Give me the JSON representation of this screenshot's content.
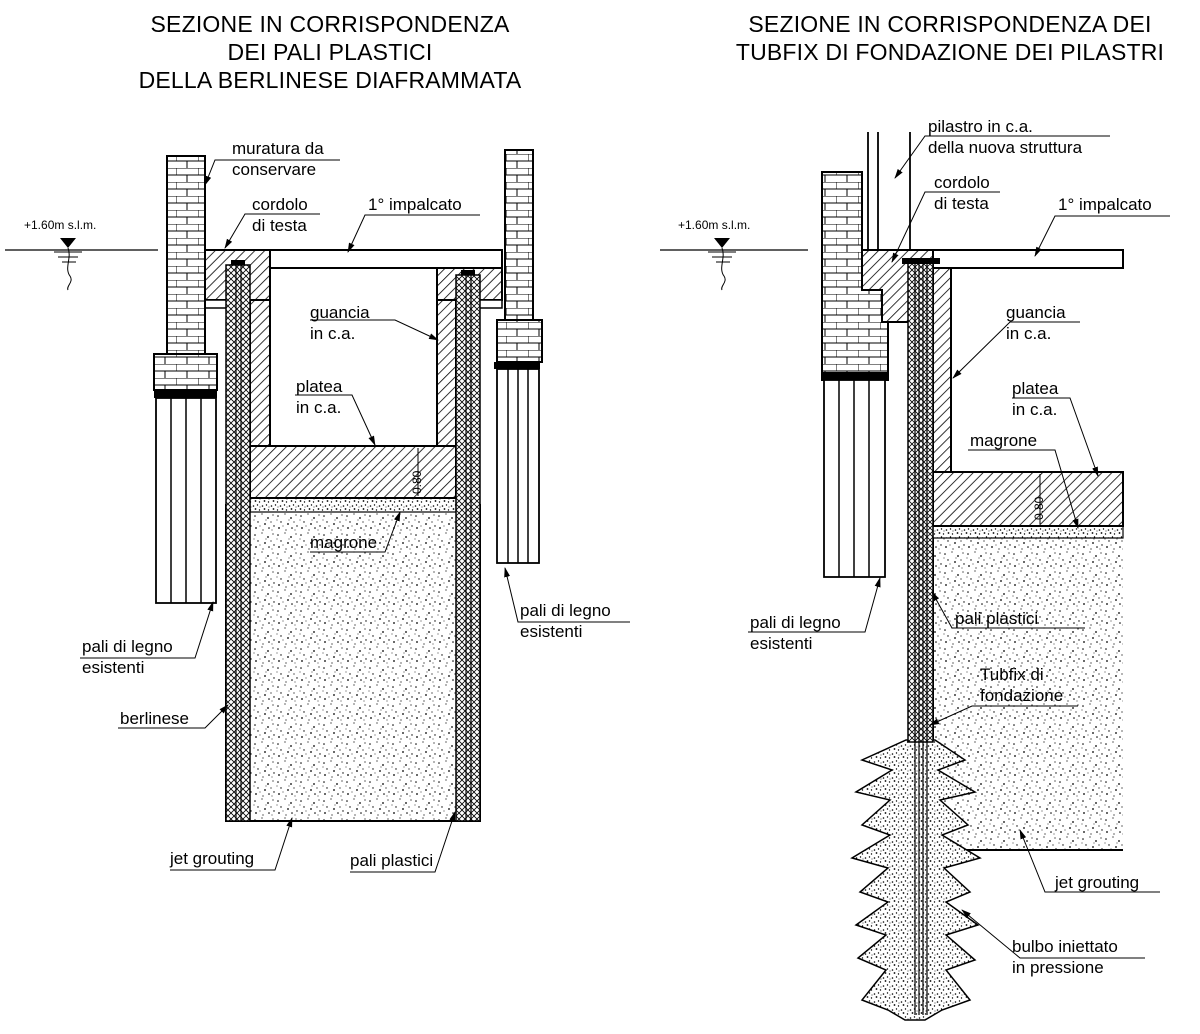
{
  "left": {
    "title": [
      "SEZIONE IN CORRISPONDENZA",
      "DEI PALI PLASTICI",
      "DELLA BERLINESE DIAFRAMMATA"
    ],
    "level": "+1.60m s.l.m.",
    "labels": {
      "muratura": [
        "muratura da",
        "conservare"
      ],
      "cordolo": [
        "cordolo",
        "di testa"
      ],
      "impalcato": "1° impalcato",
      "guancia": [
        "guancia",
        "in c.a."
      ],
      "platea": [
        "platea",
        "in c.a."
      ],
      "magrone": "magrone",
      "pali_legno_left": [
        "pali di legno",
        "esistenti"
      ],
      "pali_legno_right": [
        "pali di legno",
        "esistenti"
      ],
      "berlinese": "berlinese",
      "jet": "jet grouting",
      "pali_plastici": "pali plastici"
    },
    "dim": "0.80"
  },
  "right": {
    "title": [
      "SEZIONE IN CORRISPONDENZA DEI",
      "TUBFIX DI FONDAZIONE DEI PILASTRI"
    ],
    "level": "+1.60m s.l.m.",
    "labels": {
      "pilastro": [
        "pilastro in c.a.",
        "della nuova struttura"
      ],
      "cordolo": [
        "cordolo",
        "di testa"
      ],
      "impalcato": "1° impalcato",
      "guancia": [
        "guancia",
        "in c.a."
      ],
      "platea": [
        "platea",
        "in c.a."
      ],
      "magrone": "magrone",
      "pali_legno": [
        "pali di legno",
        "esistenti"
      ],
      "pali_plastici": "pali plastici",
      "tubfix": [
        "Tubfix di",
        "fondazione"
      ],
      "jet": "jet grouting",
      "bulbo": [
        "bulbo iniettato",
        "in pressione"
      ]
    },
    "dim": "0.80"
  }
}
